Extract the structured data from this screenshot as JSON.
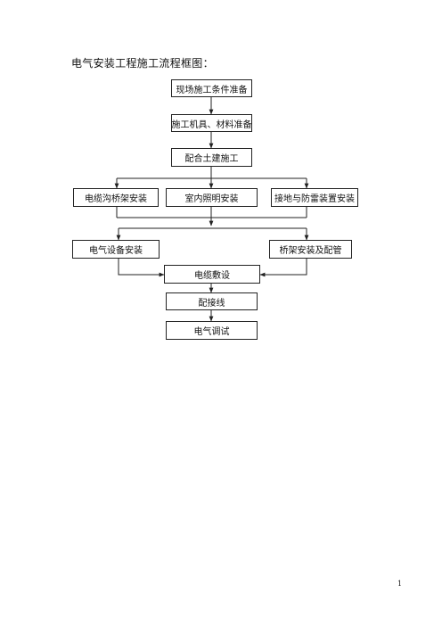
{
  "title": "电气安装工程施工流程框图：",
  "nodes": {
    "site_prep": "现场施工条件准备",
    "tools_materials": "施工机具、材料准备",
    "civil_coordination": "配合土建施工",
    "cable_tray_install": "电缆沟桥架安装",
    "indoor_lighting": "室内照明安装",
    "grounding_lightning": "接地与防雷装置安装",
    "electrical_equipment": "电气设备安装",
    "bridge_piping": "桥架安装及配管",
    "cable_laying": "电缆敷设",
    "wiring": "配接线",
    "electrical_commissioning": "电气调试"
  },
  "page_number": "1"
}
